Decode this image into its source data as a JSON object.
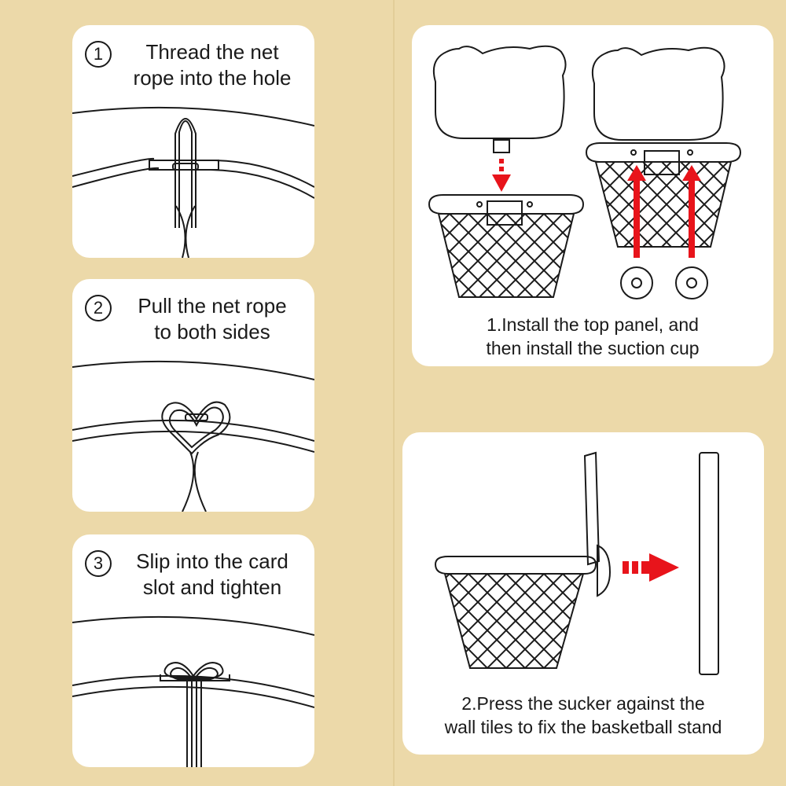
{
  "steps": [
    {
      "number": "1",
      "line1": "Thread the net",
      "line2": "rope into the hole"
    },
    {
      "number": "2",
      "line1": "Pull the net rope",
      "line2": "to both sides"
    },
    {
      "number": "3",
      "line1": "Slip into the card",
      "line2": "slot and tighten"
    }
  ],
  "install": {
    "line1": "1.Install the top panel, and",
    "line2": "then install the suction cup"
  },
  "press": {
    "line1": "2.Press the sucker against the",
    "line2": "wall tiles to fix the basketball stand"
  },
  "colors": {
    "background": "#ecd9a9",
    "card": "#ffffff",
    "line": "#1a1a1a",
    "arrow": "#e8141b"
  }
}
